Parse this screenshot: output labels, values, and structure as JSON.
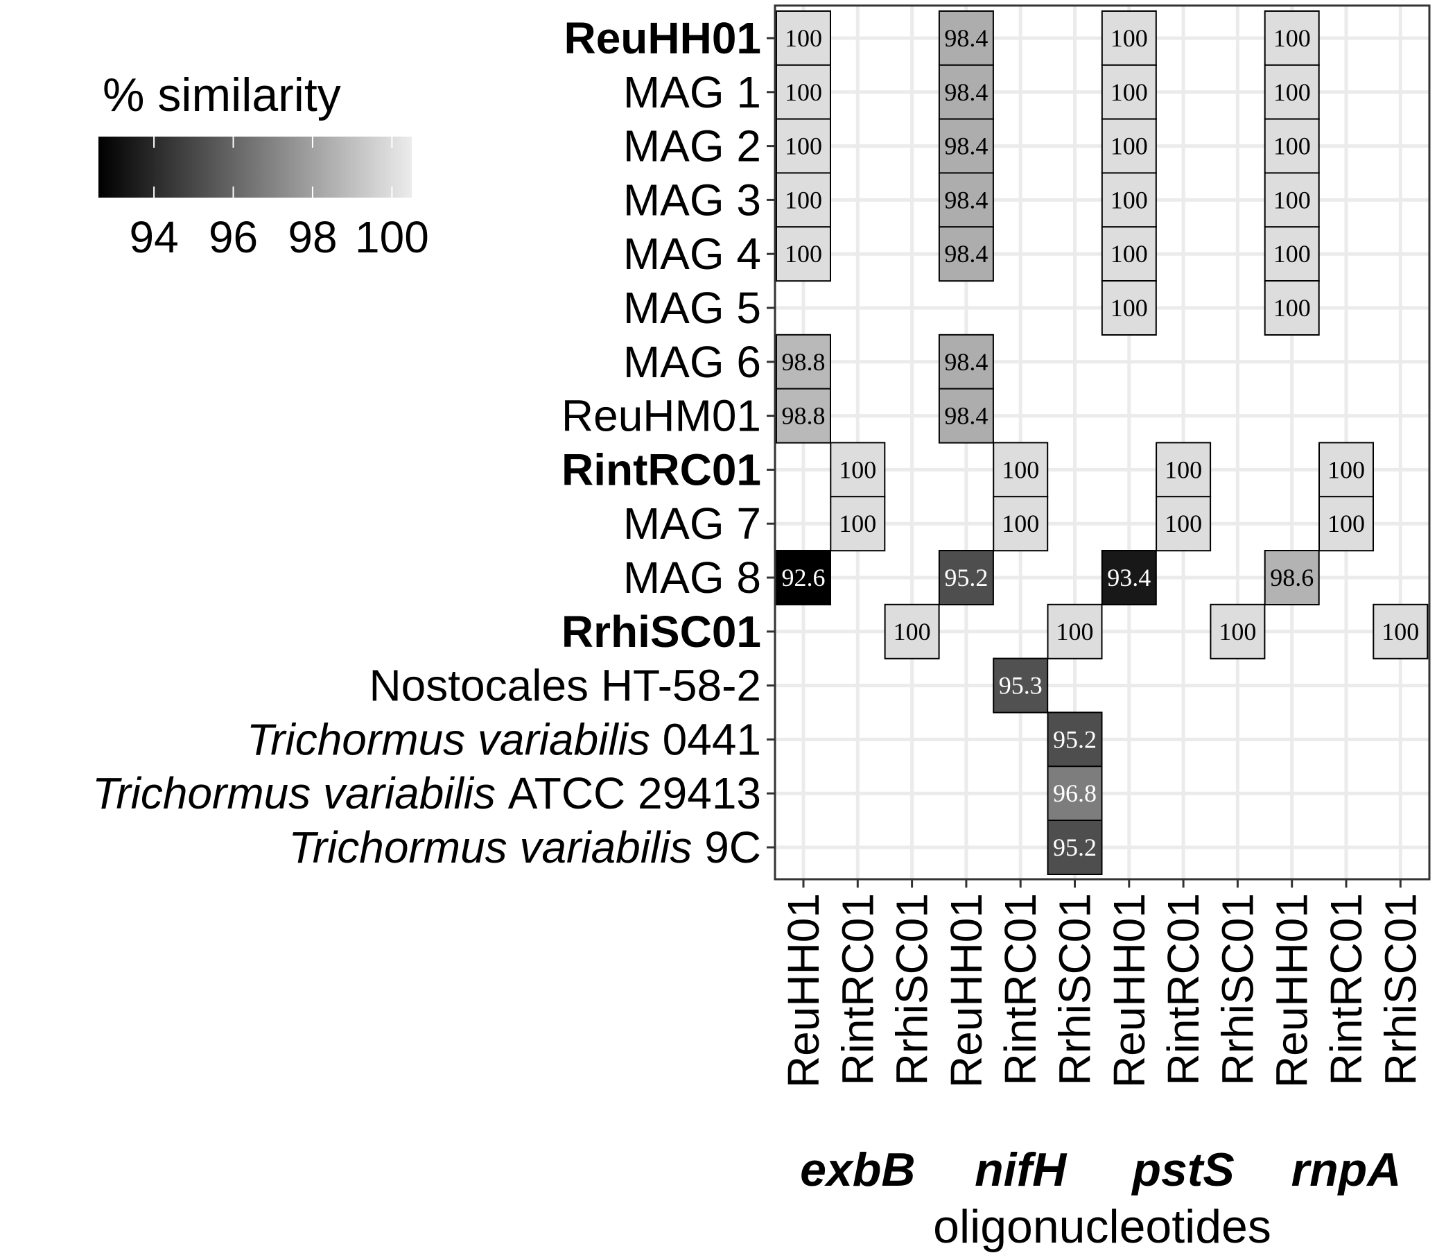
{
  "chart_data": {
    "type": "heatmap",
    "xlabel": "oligonucleotides",
    "legend": {
      "title": "% similarity",
      "ticks": [
        94,
        96,
        98,
        100
      ],
      "range": [
        92.6,
        100.5
      ],
      "placement": "top-left",
      "color_low": "#000000",
      "color_high": "#ececec"
    },
    "grid": true,
    "x_groups": [
      {
        "label": "exbB",
        "columns": [
          "ReuHH01",
          "RintRC01",
          "RrhiSC01"
        ]
      },
      {
        "label": "nifH",
        "columns": [
          "ReuHH01",
          "RintRC01",
          "RrhiSC01"
        ]
      },
      {
        "label": "pstS",
        "columns": [
          "ReuHH01",
          "RintRC01",
          "RrhiSC01"
        ]
      },
      {
        "label": "rnpA",
        "columns": [
          "ReuHH01",
          "RintRC01",
          "RrhiSC01"
        ]
      }
    ],
    "rows": [
      {
        "label": "ReuHH01",
        "bold": true
      },
      {
        "label": "MAG 1"
      },
      {
        "label": "MAG 2"
      },
      {
        "label": "MAG 3"
      },
      {
        "label": "MAG 4"
      },
      {
        "label": "MAG 5"
      },
      {
        "label": "MAG 6"
      },
      {
        "label": "ReuHM01"
      },
      {
        "label": "RintRC01",
        "bold": true
      },
      {
        "label": "MAG 7"
      },
      {
        "label": "MAG 8"
      },
      {
        "label": "RrhiSC01",
        "bold": true
      },
      {
        "label": "Nostocales HT-58-2"
      },
      {
        "label": "Trichormus variabilis 0441",
        "italic_part": "Trichormus variabilis",
        "plain_part": " 0441"
      },
      {
        "label": "Trichormus variabilis ATCC 29413",
        "italic_part": "Trichormus variabilis",
        "plain_part": " ATCC 29413"
      },
      {
        "label": "Trichormus variabilis 9C",
        "italic_part": "Trichormus variabilis",
        "plain_part": " 9C"
      }
    ],
    "cells": [
      {
        "row": 0,
        "col": 0,
        "value": 100
      },
      {
        "row": 0,
        "col": 3,
        "value": 98.4
      },
      {
        "row": 0,
        "col": 6,
        "value": 100
      },
      {
        "row": 0,
        "col": 9,
        "value": 100
      },
      {
        "row": 1,
        "col": 0,
        "value": 100
      },
      {
        "row": 1,
        "col": 3,
        "value": 98.4
      },
      {
        "row": 1,
        "col": 6,
        "value": 100
      },
      {
        "row": 1,
        "col": 9,
        "value": 100
      },
      {
        "row": 2,
        "col": 0,
        "value": 100
      },
      {
        "row": 2,
        "col": 3,
        "value": 98.4
      },
      {
        "row": 2,
        "col": 6,
        "value": 100
      },
      {
        "row": 2,
        "col": 9,
        "value": 100
      },
      {
        "row": 3,
        "col": 0,
        "value": 100
      },
      {
        "row": 3,
        "col": 3,
        "value": 98.4
      },
      {
        "row": 3,
        "col": 6,
        "value": 100
      },
      {
        "row": 3,
        "col": 9,
        "value": 100
      },
      {
        "row": 4,
        "col": 0,
        "value": 100
      },
      {
        "row": 4,
        "col": 3,
        "value": 98.4
      },
      {
        "row": 4,
        "col": 6,
        "value": 100
      },
      {
        "row": 4,
        "col": 9,
        "value": 100
      },
      {
        "row": 5,
        "col": 6,
        "value": 100
      },
      {
        "row": 5,
        "col": 9,
        "value": 100
      },
      {
        "row": 6,
        "col": 0,
        "value": 98.8
      },
      {
        "row": 6,
        "col": 3,
        "value": 98.4
      },
      {
        "row": 7,
        "col": 0,
        "value": 98.8
      },
      {
        "row": 7,
        "col": 3,
        "value": 98.4
      },
      {
        "row": 8,
        "col": 1,
        "value": 100
      },
      {
        "row": 8,
        "col": 4,
        "value": 100
      },
      {
        "row": 8,
        "col": 7,
        "value": 100
      },
      {
        "row": 8,
        "col": 10,
        "value": 100
      },
      {
        "row": 9,
        "col": 1,
        "value": 100
      },
      {
        "row": 9,
        "col": 4,
        "value": 100
      },
      {
        "row": 9,
        "col": 7,
        "value": 100
      },
      {
        "row": 9,
        "col": 10,
        "value": 100
      },
      {
        "row": 10,
        "col": 0,
        "value": 92.6
      },
      {
        "row": 10,
        "col": 3,
        "value": 95.2
      },
      {
        "row": 10,
        "col": 6,
        "value": 93.4
      },
      {
        "row": 10,
        "col": 9,
        "value": 98.6
      },
      {
        "row": 11,
        "col": 2,
        "value": 100
      },
      {
        "row": 11,
        "col": 5,
        "value": 100
      },
      {
        "row": 11,
        "col": 8,
        "value": 100
      },
      {
        "row": 11,
        "col": 11,
        "value": 100
      },
      {
        "row": 12,
        "col": 4,
        "value": 95.3
      },
      {
        "row": 13,
        "col": 5,
        "value": 95.2
      },
      {
        "row": 14,
        "col": 5,
        "value": 96.8
      },
      {
        "row": 15,
        "col": 5,
        "value": 95.2
      }
    ]
  }
}
